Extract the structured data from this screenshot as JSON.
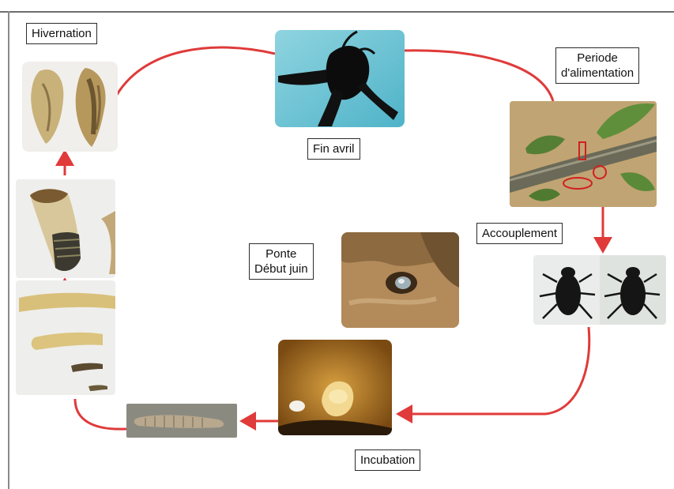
{
  "labels": {
    "hivernation": "Hivernation",
    "fin_avril": "Fin avril",
    "periode_line1": "Periode",
    "periode_line2": "d'alimentation",
    "accouplement": "Accouplement",
    "ponte_line1": "Ponte",
    "ponte_line2": "Début juin",
    "incubation": "Incubation"
  },
  "colors": {
    "arrow": "#e03a3a",
    "frame": "#6e6e6e"
  },
  "stages": [
    "hivernation-pupae",
    "adult-beetle-top-view",
    "feeding-on-twig",
    "mating-beetles",
    "egg-laying-in-soil",
    "egg-incubation",
    "young-larva",
    "growing-larvae",
    "mature-larva"
  ]
}
